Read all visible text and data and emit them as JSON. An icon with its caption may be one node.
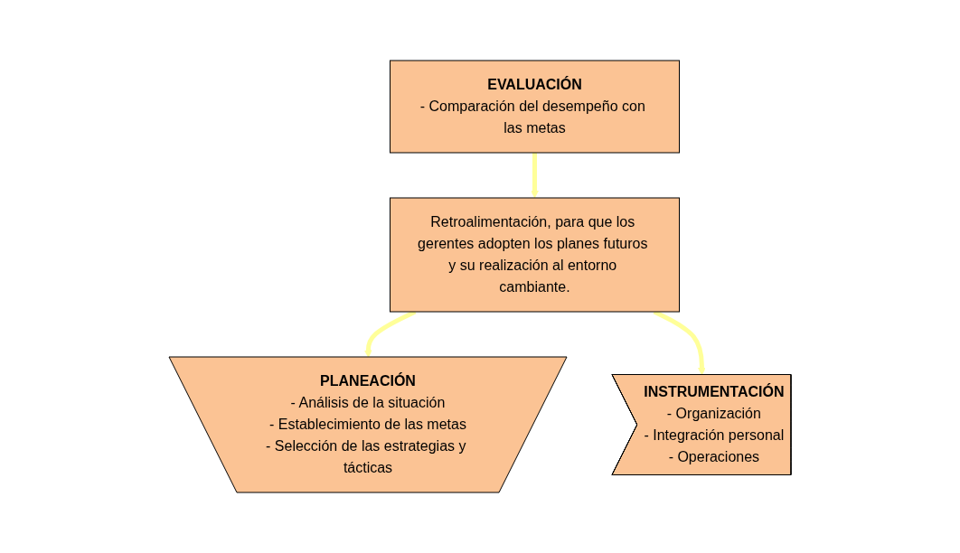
{
  "diagram": {
    "nodes": [
      {
        "text": [
          "PLANEACIÓN",
          "- Análisis de la situación",
          "- Establecimiento de las metas",
          "- Selección de las estrategias y tácticas"
        ]
      },
      {
        "text": [
          "INSTRUMENTACIÓN",
          "- Organización",
          "- Integración personal",
          "- Operaciones"
        ]
      },
      {
        "text": [
          "EVALUACIÓN",
          "- Comparación del desempeño con las metas"
        ]
      },
      {
        "text": [
          "Retroalimentación, para que los gerentes adopten los planes futuros y su realización al entorno cambiante."
        ]
      }
    ],
    "edges": [
      {
        "from": 3,
        "to": 0,
        "arrow": "to",
        "color": "#ffff99"
      },
      {
        "from": 3,
        "to": 1,
        "arrow": "to",
        "color": "#ffff99"
      },
      {
        "from": 2,
        "to": 3,
        "arrow": "to",
        "color": "#ffff99"
      }
    ]
  }
}
